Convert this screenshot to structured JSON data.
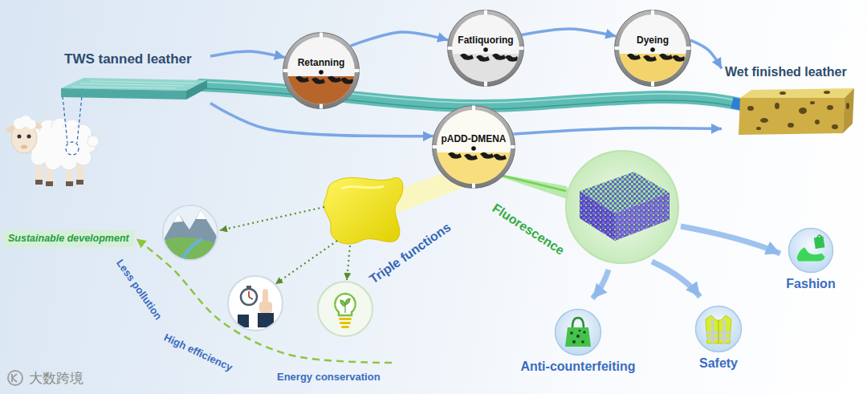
{
  "diagram": {
    "nodes": [
      {
        "text": [
          "TWS tanned leather"
        ]
      },
      {
        "text": [
          "Retanning"
        ]
      },
      {
        "text": [
          "Fatliquoring"
        ]
      },
      {
        "text": [
          "Dyeing"
        ]
      },
      {
        "text": [
          "Wet finished leather"
        ]
      },
      {
        "text": [
          "pADD-DMENA"
        ]
      },
      {
        "text": [
          "Sustainable development"
        ]
      },
      {
        "text": [
          "Fashion"
        ]
      },
      {
        "text": [
          "Anti-counterfeiting"
        ]
      },
      {
        "text": [
          "Safety"
        ]
      }
    ],
    "edges": [
      {
        "from": 0,
        "to": 1,
        "arrow": "to"
      },
      {
        "from": 1,
        "to": 2,
        "arrow": "to"
      },
      {
        "from": 2,
        "to": 3,
        "arrow": "to"
      },
      {
        "from": 3,
        "to": 4,
        "arrow": "to"
      },
      {
        "from": 0,
        "to": 5,
        "arrow": "to"
      },
      {
        "from": 5,
        "to": 4,
        "arrow": "to"
      }
    ],
    "labels": [
      "Triple functions",
      "Fluorescence",
      "Less pollution",
      "High efficiency",
      "Energy conservation",
      "大数跨境"
    ]
  }
}
